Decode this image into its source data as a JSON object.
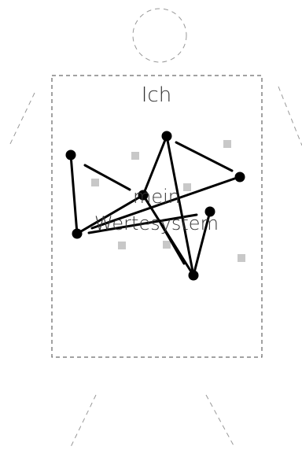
{
  "title": "Ich",
  "center_label": {
    "line1": "mein",
    "line2": "Wertesystem"
  },
  "colors": {
    "outline": "#999999",
    "box": "#444444",
    "edge": "#000000",
    "node": "#000000",
    "marker": "#c8c8c8",
    "text": "#333333"
  }
}
